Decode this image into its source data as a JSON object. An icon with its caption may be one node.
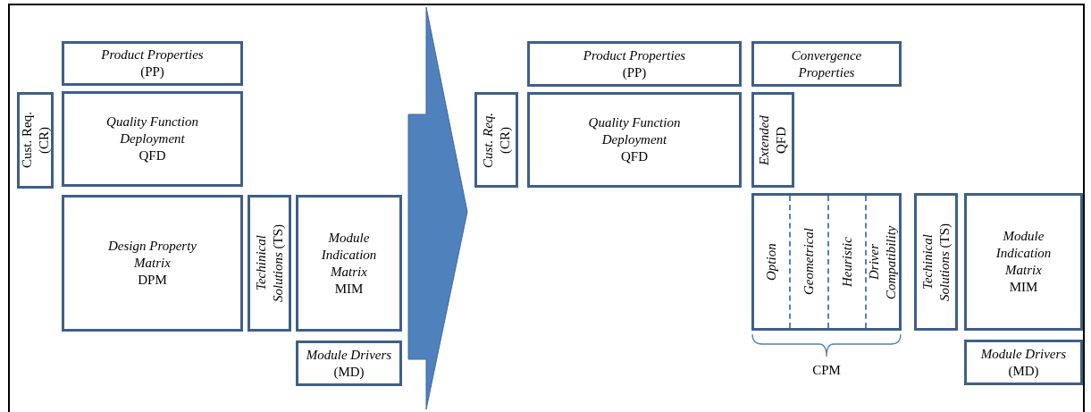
{
  "diagram": {
    "nodes": [
      {
        "text": [
          "*Product Properties*",
          "(PP)"
        ]
      },
      {
        "text": [
          "Cust. Req. (CR)"
        ]
      },
      {
        "text": [
          "*Quality Function Deployment*",
          "QFD"
        ]
      },
      {
        "text": [
          "*Design Property Matrix*",
          "DPM"
        ]
      },
      {
        "text": [
          "*Techinical Solutions* (TS)"
        ]
      },
      {
        "text": [
          "*Module Indication Matrix*",
          "MIM"
        ]
      },
      {
        "text": [
          "*Module Drivers* (MD)"
        ]
      },
      {
        "text": [
          "*Product Properties*",
          "(PP)"
        ]
      },
      {
        "text": [
          "*Convergence Properties*"
        ]
      },
      {
        "text": [
          "*Cust. Req.* (CR)"
        ]
      },
      {
        "text": [
          "*Quality Function Deployment*",
          "QFD"
        ]
      },
      {
        "text": [
          "*Extended* QFD"
        ]
      },
      {
        "text": [],
        "shape": "box",
        "beside": [
          "CPM"
        ]
      },
      {
        "text": [
          "*Option*"
        ],
        "in": 12
      },
      {
        "text": [
          "*Geometrical*"
        ],
        "in": 12
      },
      {
        "text": [
          "*Heuristic*"
        ],
        "in": 12
      },
      {
        "text": [
          "*Driver Compatibility*"
        ],
        "in": 12
      },
      {
        "text": [
          "*Techinical Solutions* (TS)"
        ]
      },
      {
        "text": [
          "*Module Indication Matrix*",
          "MIM"
        ]
      },
      {
        "text": [
          "*Module Drivers* (MD)"
        ]
      }
    ],
    "edges": [
      {
        "from": 5,
        "to": 9,
        "arrow": "to",
        "style": "thick"
      }
    ]
  }
}
